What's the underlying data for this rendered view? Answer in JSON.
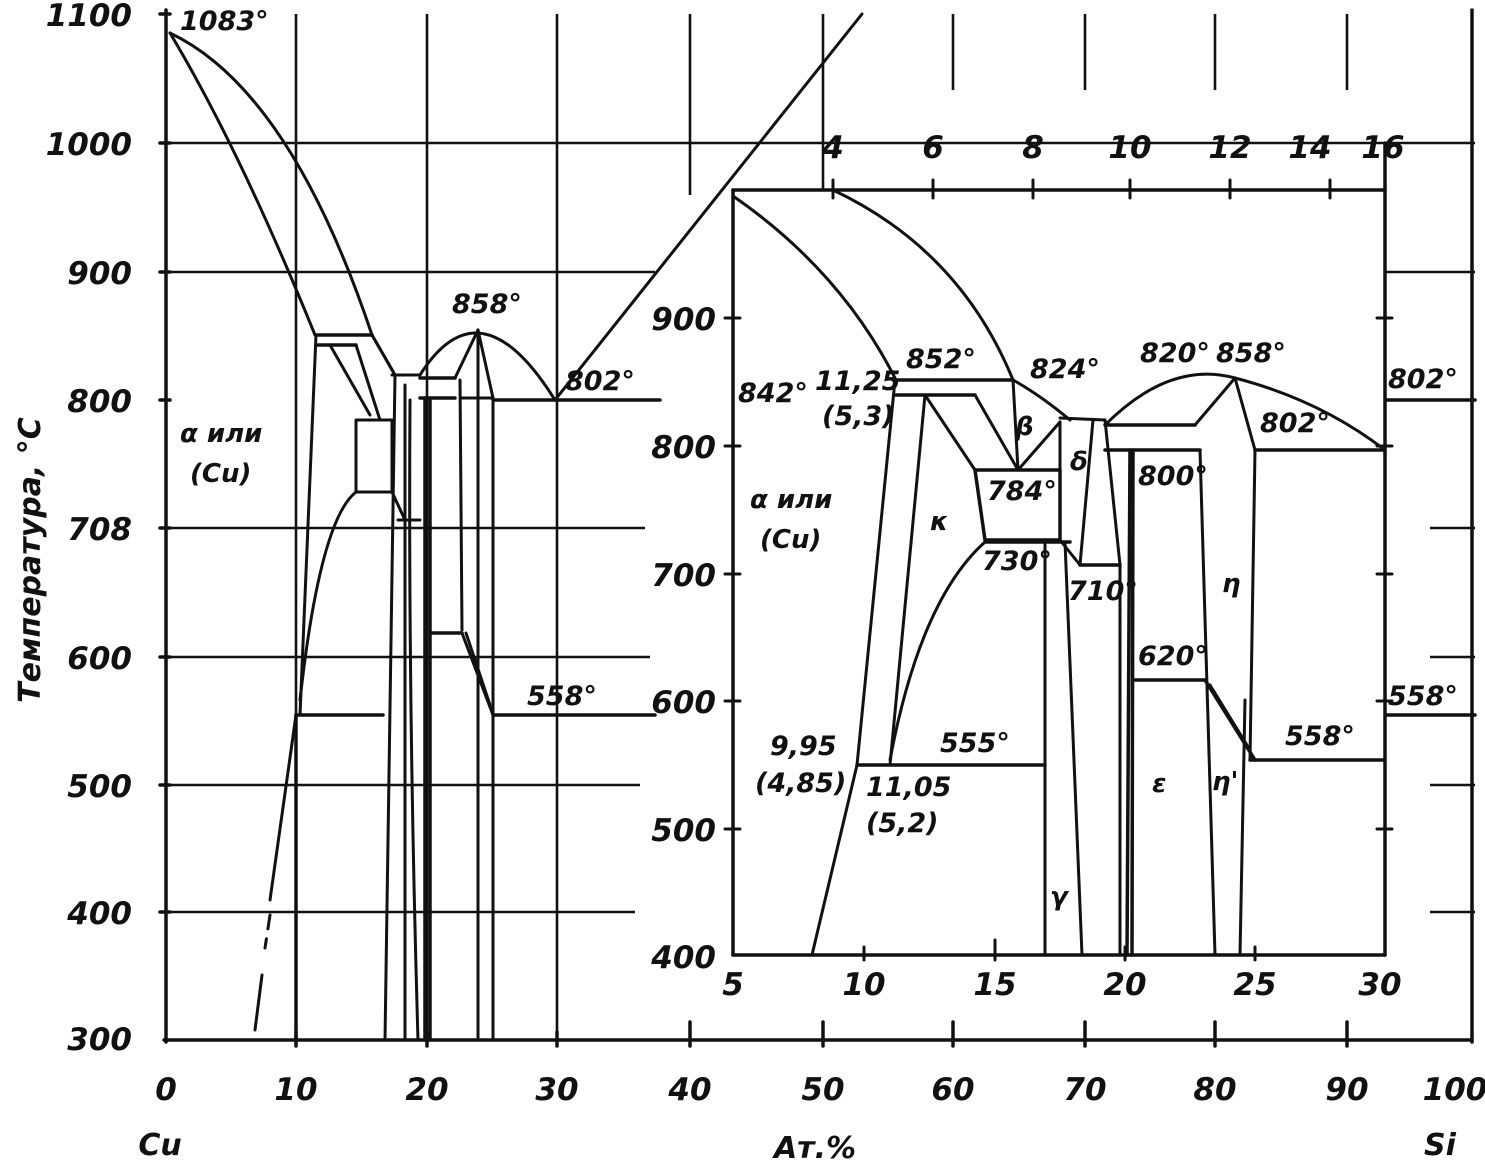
{
  "main": {
    "y_ticks": [
      "1100",
      "1000",
      "900",
      "800",
      "708",
      "600",
      "500",
      "400",
      "300"
    ],
    "x_ticks": [
      "0",
      "10",
      "20",
      "30",
      "40",
      "50",
      "60",
      "70",
      "80",
      "90",
      "100"
    ],
    "y_axis_title": "Температура, °С",
    "x_axis_title": "Ат.%",
    "left_element": "Cu",
    "right_element": "Si",
    "phase_alpha": "α или",
    "phase_cu": "(Cu)",
    "temps": {
      "t1083": "1083°",
      "t858": "858°",
      "t802": "802°",
      "t558": "558°"
    }
  },
  "inset": {
    "y_ticks": [
      "900",
      "800",
      "700",
      "600",
      "500",
      "400"
    ],
    "x_ticks": [
      "5",
      "10",
      "15",
      "20",
      "25",
      "30"
    ],
    "top_ticks": [
      "4",
      "6",
      "8",
      "10",
      "12",
      "14",
      "16"
    ],
    "phase_alpha": "α или",
    "phase_cu": "(Cu)",
    "labels": {
      "t842": "842°",
      "c1125": "11,25",
      "c53": "(5,3)",
      "t852": "852°",
      "t824": "824°",
      "t820": "820°",
      "t858": "858°",
      "t802": "802°",
      "t784": "784°",
      "t800": "800°",
      "t730": "730°",
      "t710": "710°",
      "t620": "620°",
      "t555": "555°",
      "t558": "558°",
      "c995": "9,95",
      "c485": "(4,85)",
      "c1105": "11,05",
      "c52": "(5,2)"
    },
    "phases": {
      "beta": "β",
      "delta": "δ",
      "kappa": "κ",
      "eta": "η",
      "eta2": "η'",
      "gamma": "γ",
      "epsilon": "ε"
    }
  },
  "right_axis": {
    "t802": "802°",
    "t558": "558°"
  }
}
